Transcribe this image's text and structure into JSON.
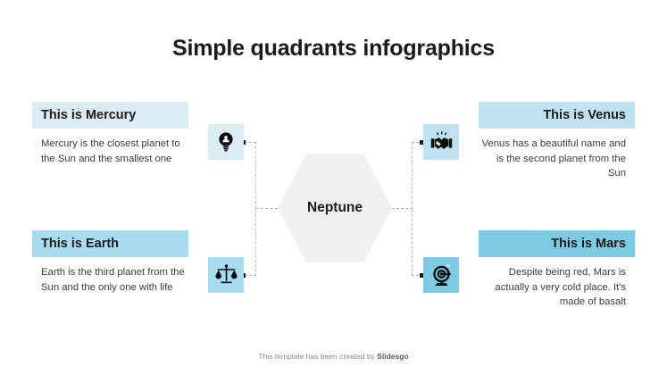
{
  "title": "Simple quadrants infographics",
  "center": {
    "label": "Neptune",
    "shape": "hexagon",
    "fill": "#f0f0f0"
  },
  "quadrants": [
    {
      "id": "mercury",
      "position": "top-left",
      "heading": "This is Mercury",
      "body": "Mercury is the closest planet to the Sun and the smallest one",
      "accent": "#dcecf5",
      "icon": "lightbulb-person-icon",
      "align": "left"
    },
    {
      "id": "venus",
      "position": "top-right",
      "heading": "This is Venus",
      "body": "Venus has a beautiful name and is the second planet from the Sun",
      "accent": "#bfe2f2",
      "icon": "handshake-icon",
      "align": "right"
    },
    {
      "id": "earth",
      "position": "bottom-left",
      "heading": "This is Earth",
      "body": "Earth is the third planet from the Sun and the only one with life",
      "accent": "#a8dcf0",
      "icon": "balance-scale-icon",
      "align": "left"
    },
    {
      "id": "mars",
      "position": "bottom-right",
      "heading": "This is Mars",
      "body": "Despite being red, Mars is actually a very cold place. It's made of basalt",
      "accent": "#7ccbe3",
      "icon": "target-arrow-icon",
      "align": "right"
    }
  ],
  "footer": {
    "text": "This template has been created by ",
    "brand": "Slidesgo"
  }
}
